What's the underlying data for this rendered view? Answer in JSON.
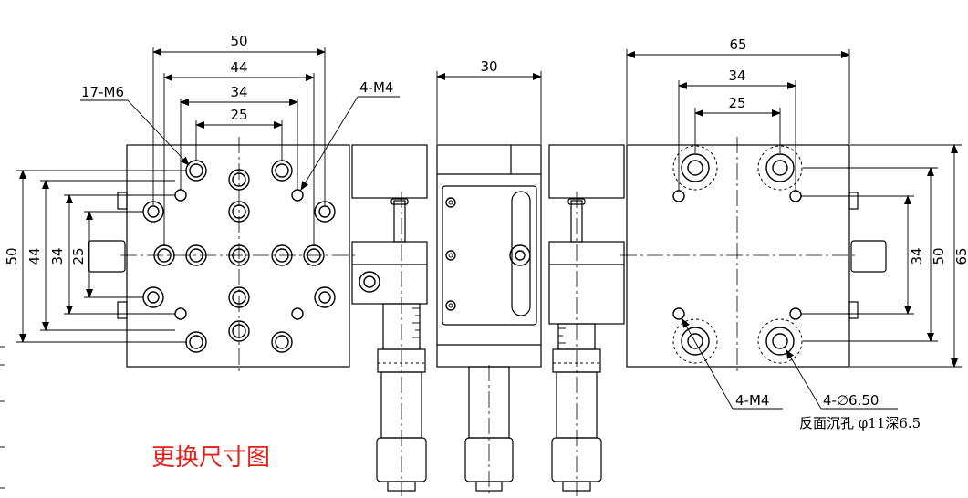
{
  "top_view_dims": {
    "h50": "50",
    "h44": "44",
    "h34": "34",
    "h25": "25",
    "v50": "50",
    "v44": "44",
    "v34": "34",
    "v25": "25"
  },
  "side_view_dims": {
    "h30": "30"
  },
  "bottom_view_dims": {
    "h65": "65",
    "h34": "34",
    "h25": "25",
    "v34": "34",
    "v50": "50",
    "v65": "65"
  },
  "callouts": {
    "top_m6": "17-M6",
    "top_m4": "4-M4",
    "bottom_m4": "4-M4",
    "bottom_holes": "4-∅6.50",
    "counterbore_note": "反面沉孔 φ11深6.5"
  },
  "title_note": "更换尺寸图",
  "colors": {
    "note_red": "#e0201a",
    "line": "#000000"
  }
}
